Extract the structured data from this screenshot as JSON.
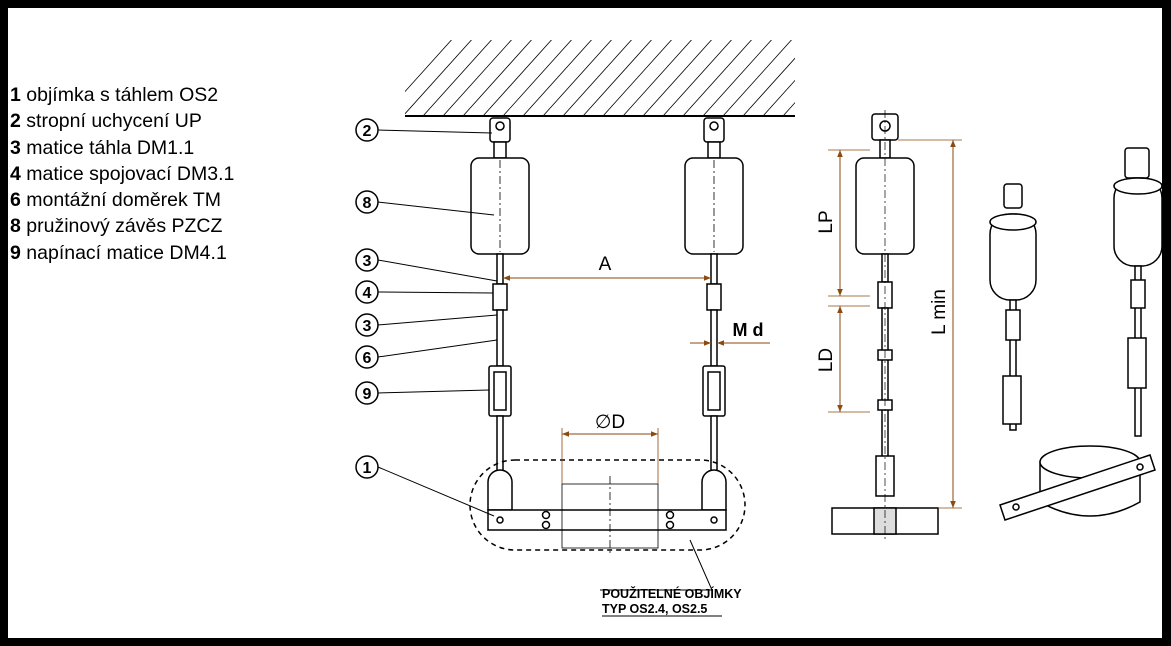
{
  "legend": [
    {
      "num": "1",
      "text": "objímka s táhlem OS2"
    },
    {
      "num": "2",
      "text": "stropní uchycení UP"
    },
    {
      "num": "3",
      "text": "matice táhla DM1.1"
    },
    {
      "num": "4",
      "text": "matice spojovací DM3.1"
    },
    {
      "num": "6",
      "text": "montážní doměrek TM"
    },
    {
      "num": "8",
      "text": "pružinový závěs PZCZ"
    },
    {
      "num": "9",
      "text": "napínací matice DM4.1"
    }
  ],
  "callouts": {
    "c2": "2",
    "c8": "8",
    "c3a": "3",
    "c4": "4",
    "c3b": "3",
    "c6": "6",
    "c9": "9",
    "c1": "1"
  },
  "dimensions": {
    "a": "A",
    "md": "M d",
    "od": "∅D",
    "lp": "LP",
    "ld": "LD",
    "lmin": "L min"
  },
  "note": {
    "line1": "POUŽITELNÉ OBJÍMKY",
    "line2": "TYP OS2.4, OS2.5"
  },
  "colors": {
    "dimension": "#8a4a10",
    "line": "#000000"
  }
}
